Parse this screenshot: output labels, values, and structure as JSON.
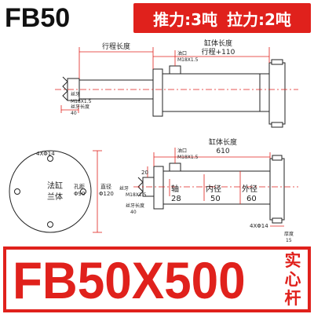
{
  "header": {
    "model_short": "FB50",
    "push_force": "推力:3吨",
    "pull_force": "拉力:2吨"
  },
  "top_view": {
    "stroke_label": "行程长度",
    "body_length_label": "缸体长度",
    "body_length_formula": "行程+110",
    "oil_port_label": "油口",
    "oil_port_thread": "M18X1.5",
    "rod_thread_label": "丝牙",
    "rod_thread_size": "M18X1.5",
    "rod_thread_length_label": "丝牙长度",
    "rod_thread_length": "40"
  },
  "bottom_view": {
    "body_length_label": "缸体长度",
    "body_length": "610",
    "oil_port_label": "油口",
    "oil_port_thread": "M18X1.5",
    "rod_thread_label": "丝牙",
    "rod_thread_size": "M18X1.5",
    "rod_thread_length_label": "丝牙长度",
    "rod_thread_length": "40",
    "dim_20": "20",
    "shaft_label": "轴",
    "shaft_value": "28",
    "bore_label": "内径",
    "bore_value": "50",
    "outer_label": "外径",
    "outer_value": "60",
    "mount_holes": "4XΦ14",
    "flange_thickness_label": "厚度",
    "flange_thickness": "15"
  },
  "flange_view": {
    "holes_label": "4XΦ14",
    "flange_label_line1": "法缸",
    "flange_label_line2": "兰体",
    "hole_spacing_label": "孔距",
    "hole_spacing_value": "Φ90",
    "diameter_label": "直径",
    "diameter_value": "Φ120"
  },
  "footer": {
    "model": "FB50X500",
    "rod_type": "实心杆"
  },
  "colors": {
    "brand_red": "#e0211c",
    "dimension_red": "#e0211c",
    "drawing_black": "#222222"
  }
}
